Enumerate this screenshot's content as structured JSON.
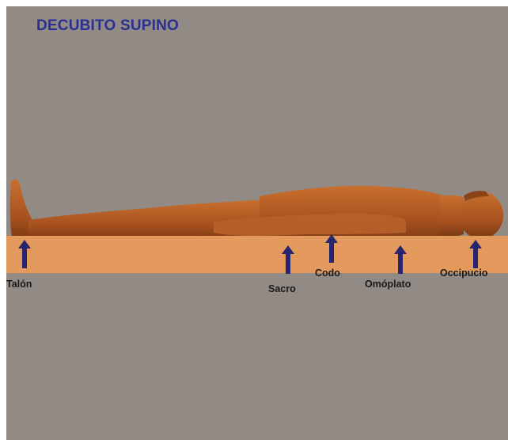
{
  "title": "DECUBITO SUPINO",
  "colors": {
    "background": "#918a85",
    "title": "#2b2f8f",
    "mattress": "#e49a5c",
    "arrow": "#26266e",
    "label": "#1b1b1b",
    "skin": "#b75c24"
  },
  "pressure_points": [
    {
      "label": "Talón"
    },
    {
      "label": "Sacro"
    },
    {
      "label": "Codo"
    },
    {
      "label": "Omóplato"
    },
    {
      "label": "Occipucio"
    }
  ]
}
